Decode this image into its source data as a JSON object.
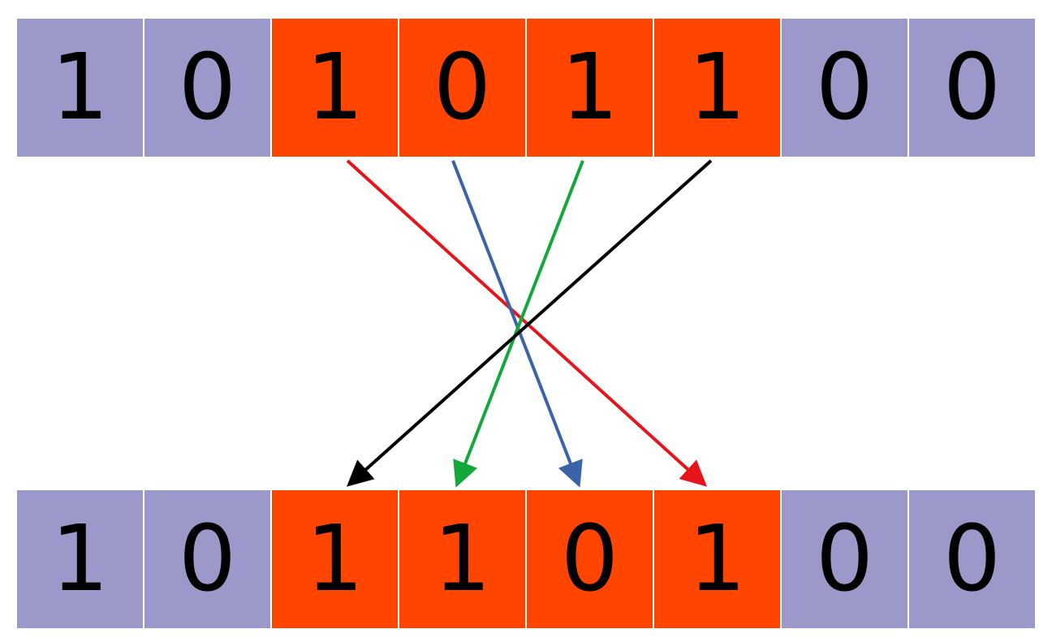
{
  "top_row": {
    "bits": [
      "1",
      "0",
      "1",
      "0",
      "1",
      "1",
      "0",
      "0"
    ],
    "highlighted": [
      false,
      false,
      true,
      true,
      true,
      true,
      false,
      false
    ]
  },
  "bottom_row": {
    "bits": [
      "1",
      "0",
      "1",
      "1",
      "0",
      "1",
      "0",
      "0"
    ],
    "highlighted": [
      false,
      false,
      true,
      true,
      true,
      true,
      false,
      false
    ]
  },
  "colors": {
    "cell_plain": "#9b99c9",
    "cell_highlight": "#ff4500",
    "digit": "#000000"
  },
  "arrows": [
    {
      "name": "red-arrow",
      "color": "#e8141c",
      "from_cell": 2,
      "to_cell": 5
    },
    {
      "name": "blue-arrow",
      "color": "#3b64a8",
      "from_cell": 3,
      "to_cell": 4
    },
    {
      "name": "green-arrow",
      "color": "#12a83a",
      "from_cell": 4,
      "to_cell": 3
    },
    {
      "name": "black-arrow",
      "color": "#000000",
      "from_cell": 5,
      "to_cell": 2
    }
  ]
}
